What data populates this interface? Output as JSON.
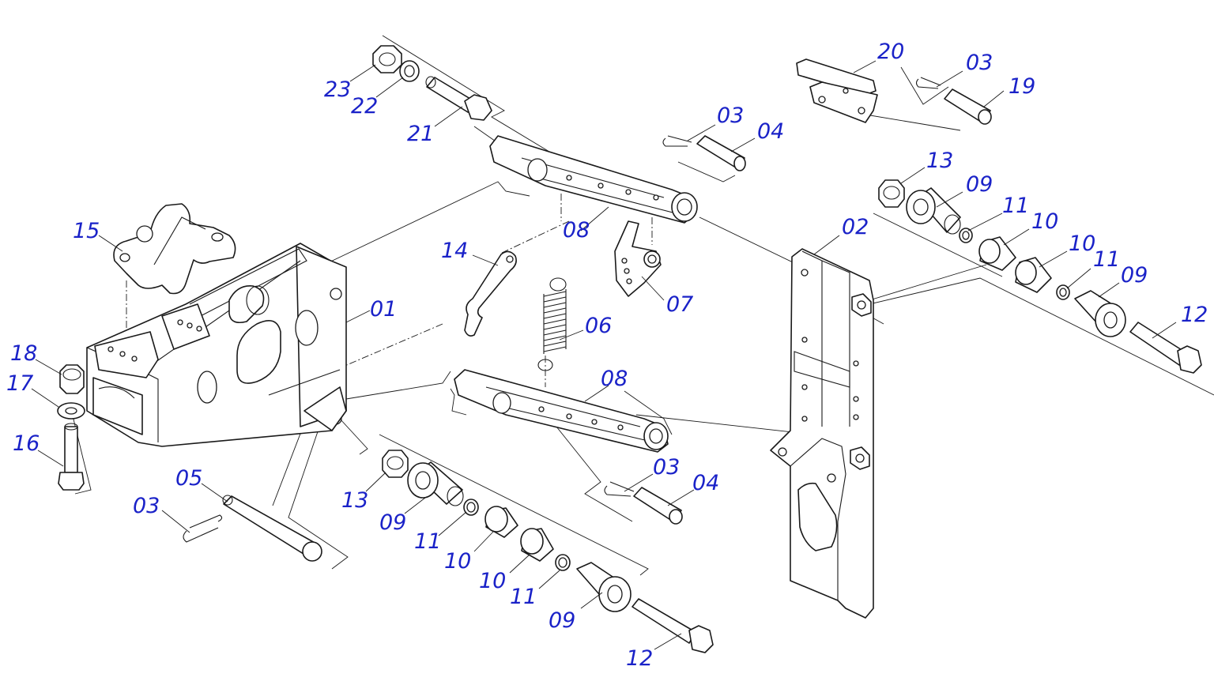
{
  "colors": {
    "label": "#1a22c8",
    "line": "#1a1a1a",
    "background": "#ffffff"
  },
  "labels": {
    "p01": "01",
    "p02": "02",
    "p03a": "03",
    "p03b": "03",
    "p03c": "03",
    "p03d": "03",
    "p04a": "04",
    "p04b": "04",
    "p05": "05",
    "p06": "06",
    "p07": "07",
    "p08a": "08",
    "p08b": "08",
    "p09a": "09",
    "p09b": "09",
    "p09c": "09",
    "p09d": "09",
    "p10a": "10",
    "p10b": "10",
    "p10c": "10",
    "p10d": "10",
    "p11a": "11",
    "p11b": "11",
    "p11c": "11",
    "p11d": "11",
    "p12a": "12",
    "p12b": "12",
    "p13a": "13",
    "p13b": "13",
    "p14": "14",
    "p15": "15",
    "p16": "16",
    "p17": "17",
    "p18": "18",
    "p19": "19",
    "p20": "20",
    "p21": "21",
    "p22": "22",
    "p23": "23"
  }
}
